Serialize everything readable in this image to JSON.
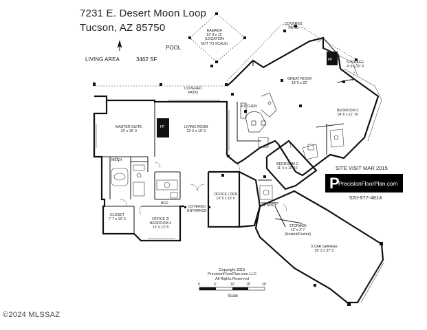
{
  "address": {
    "line1": "7231 E. Desert Moon Loop",
    "line2": "Tucson, AZ  85750"
  },
  "living_area": {
    "label": "LIVING AREA",
    "value": "3462 SF"
  },
  "pool_label": "POOL",
  "ramada": {
    "name": "RAMADA",
    "dims": "13' 8 x 11'",
    "note1": "(LOCATION",
    "note2": "NOT TO SCALE)"
  },
  "patios": {
    "north": "COVERED",
    "north2": "PATIO",
    "south": "COVERED",
    "south2": "PATIO"
  },
  "rooms": {
    "storage_top": {
      "name": "STORAGE",
      "dims": "4' 9 x 15' 9"
    },
    "great_room": {
      "name": "GREAT ROOM",
      "dims": "19' 5 x 22'"
    },
    "kitchen": {
      "name": "KITCHEN"
    },
    "bedroom3": {
      "name": "BEDROOM 3",
      "dims": "14' 6 x 11' 10"
    },
    "master_suite": {
      "name": "MASTER SUITE",
      "dims": "19' x 15' 9"
    },
    "living_room": {
      "name": "LIVING ROOM",
      "dims": "22' 6 x 15' 9"
    },
    "bedroom2": {
      "name": "BEDROOM 2",
      "dims": "11' 5 x 11' 10"
    },
    "mech": {
      "name": "MECH"
    },
    "bed_small": {
      "name": "BED"
    },
    "office_den": {
      "name": "OFFICE / DEN",
      "dims": "13' 6 x 13' 6"
    },
    "closet": {
      "name": "CLOSET",
      "dims": "7' 7 x 10' 6"
    },
    "office2": {
      "name": "OFFICE 2/",
      "name2": "BEDROOM 4",
      "dims": "12' x 12' 6"
    },
    "entrance": {
      "name": "COVERED",
      "name2": "ENTRANCE"
    },
    "laundry": {
      "name": "L'NDRY"
    },
    "storage_mid": {
      "name": "STORAGE",
      "dims": "12' x 2' 7",
      "note": "(Heated/Cooled)"
    },
    "garage": {
      "name": "3 CAR GARAGE",
      "dims": "20' 2 x 37' 2"
    }
  },
  "fireplace_label": "FP",
  "site_visit": "SITE VISIT  MAR 2015",
  "brand": {
    "letter": "P",
    "name": "PrecisionFloorPlan.com",
    "phone": "520-977-4814"
  },
  "copyright": {
    "line1": "Copyright 2015",
    "line2": "PrecisionFloorPlan.com LLC",
    "line3": "All Rights Reserved"
  },
  "scale": {
    "ticks": [
      "0",
      "5'",
      "10'",
      "15'",
      "20'"
    ],
    "label": "Scale"
  },
  "watermark": "©2024 MLSSAZ"
}
